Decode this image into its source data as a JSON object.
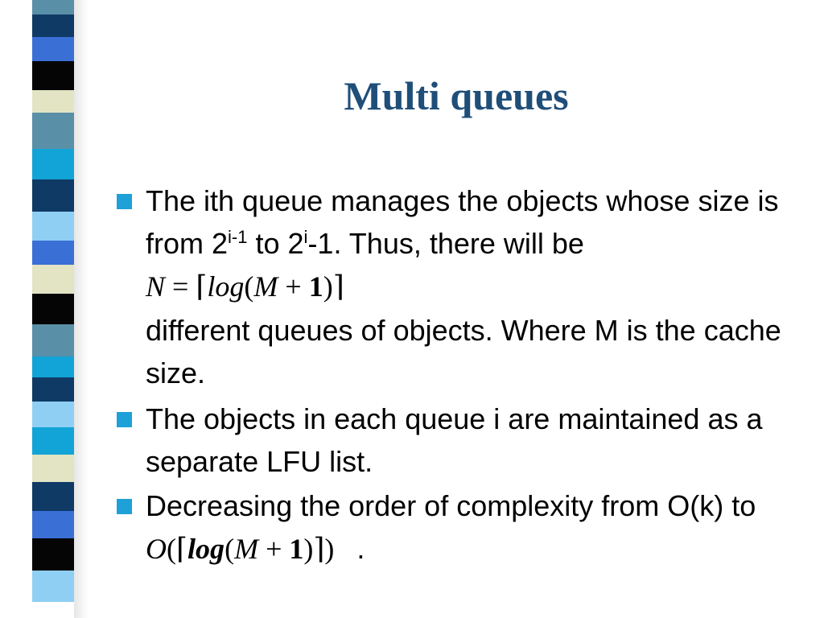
{
  "slide": {
    "title": "Multi queues",
    "stripes": [
      "#5a8fa8",
      "#0f3a66",
      "#3a6fd6",
      "#050505",
      "#e2e4c4",
      "#5a8fa8",
      "#12a4d6",
      "#0f3a66",
      "#8fcff4",
      "#3a6fd6",
      "#e2e4c4",
      "#050505",
      "#5a8fa8",
      "#12a4d6",
      "#0f3a66",
      "#8fcff4",
      "#12a4d6",
      "#e2e4c4",
      "#0f3a66",
      "#3a6fd6",
      "#050505",
      "#8fcff4"
    ],
    "accent_color": "#1ea0d8",
    "title_color": "#1f4e79"
  },
  "bullets": {
    "b1": {
      "text_a": "The ith queue manages the objects whose size is from 2",
      "sup_a": "i-1",
      "text_b": " to 2",
      "sup_b": "i",
      "text_c": "-1. Thus, there will be",
      "continuation": "different queues of objects. Where M is the cache size."
    },
    "b2": {
      "text": "The objects in each queue i are maintained as a separate LFU list."
    },
    "b3": {
      "text_a": "Decreasing the order of complexity from O(k) to",
      "text_end": "."
    }
  },
  "formulas": {
    "f1": {
      "n": "N",
      "eq": "=",
      "open_ceil": "⌈",
      "log": "log",
      "open_paren": "(",
      "m": "M",
      "plus": "+",
      "one": "1",
      "close_paren": ")",
      "close_ceil": "⌉"
    },
    "f2": {
      "o": "O",
      "open_paren": "(",
      "open_ceil": "⌈",
      "log": "log",
      "inner_open": "(",
      "m": "M",
      "plus": "+",
      "one": "1",
      "inner_close": ")",
      "close_ceil": "⌉",
      "close_paren": ")"
    }
  }
}
